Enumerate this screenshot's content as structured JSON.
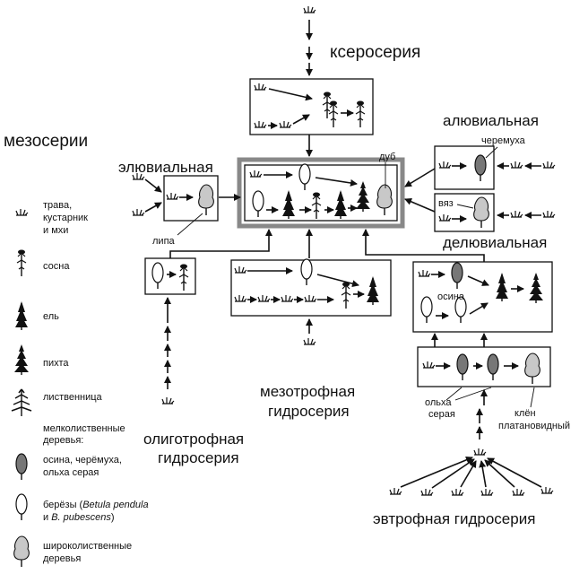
{
  "labels": {
    "xeroseries": "ксеросерия",
    "mesoseries": "мезосерии",
    "eluvial": "элювиальная",
    "alluvial": "алювиальная",
    "deluvial": "делювиальная",
    "meso_hydro_1": "мезотрофная",
    "meso_hydro_2": "гидросерия",
    "oligo_hydro_1": "олиготрофная",
    "oligo_hydro_2": "гидросерия",
    "eutro_hydro": "эвтрофная гидросерия"
  },
  "annotations": {
    "oak": "дуб",
    "bird_cherry": "черемуха",
    "elm": "вяз",
    "linden": "липа",
    "aspen": "осина",
    "alder_1": "ольха",
    "alder_2": "серая",
    "maple_1": "клён",
    "maple_2": "платановидный"
  },
  "legend": {
    "grass": [
      "трава,",
      "кустарник",
      "и мхи"
    ],
    "pine": "сосна",
    "spruce": "ель",
    "fir": "пихта",
    "larch": "лиственница",
    "small_leaved": [
      "мелколиственные",
      "деревья:"
    ],
    "aspen_group": [
      "осина, черёмуха,",
      "ольха серая"
    ],
    "birch": [
      "берёзы (",
      "Betula pendula",
      "и ",
      "B. pubescens",
      ")"
    ],
    "broadleaf": [
      "широколиственные",
      "деревья"
    ]
  }
}
